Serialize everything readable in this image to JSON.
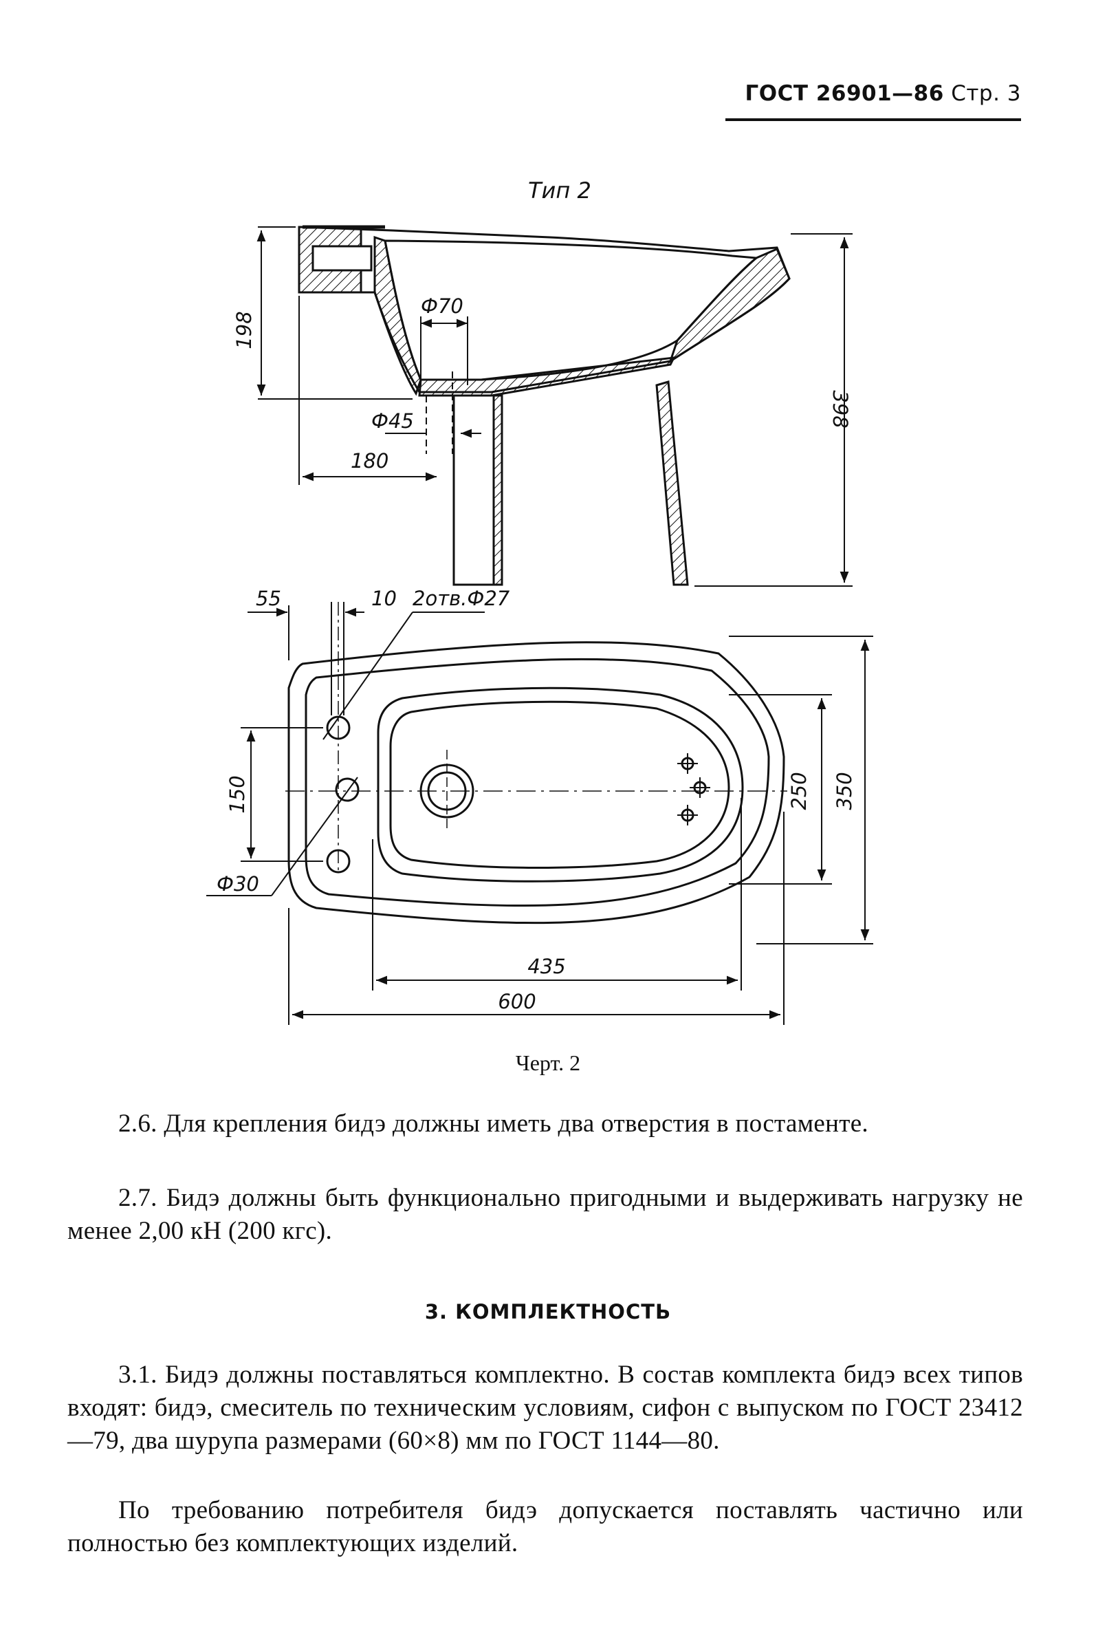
{
  "header": {
    "standard": "ГОСТ 26901—86",
    "page": "Стр. 3"
  },
  "drawing": {
    "type_label": "Тип 2",
    "dimensions": {
      "d198": "198",
      "d398": "398",
      "d70": "Ф70",
      "d45": "Ф45",
      "d180": "180",
      "d55": "55",
      "d10": "10",
      "holes": "2отв.Ф27",
      "d150": "150",
      "d30": "Ф30",
      "d250": "250",
      "d350": "350",
      "d435": "435",
      "d600": "600"
    },
    "caption": "Черт. 2"
  },
  "paragraphs": {
    "p2_6": "2.6. Для крепления бидэ должны иметь два отверстия в постаменте.",
    "p2_7": "2.7. Бидэ должны быть функционально пригодными и выдерживать нагрузку не менее 2,00 кН (200 кгс).",
    "section3_title": "3. КОМПЛЕКТНОСТЬ",
    "p3_1": "3.1. Бидэ должны поставляться комплектно. В состав комплекта бидэ всех типов входят: бидэ, смеситель по техническим условиям, сифон с выпуском по ГОСТ 23412—79, два шурупа размерами (60×8) мм по ГОСТ 1144—80.",
    "p3_2": "По требованию потребителя бидэ допускается поставлять частично или полностью без комплектующих изделий."
  }
}
